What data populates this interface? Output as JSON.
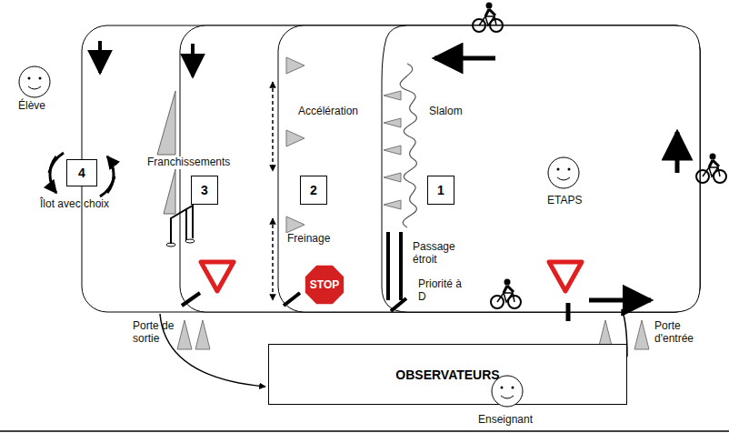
{
  "diagram": {
    "nodes": [
      {
        "text": [
          "4"
        ]
      },
      {
        "text": [
          "3"
        ]
      },
      {
        "text": [
          "2"
        ]
      },
      {
        "text": [
          "1"
        ]
      },
      {
        "text": [
          "OBSERVATEURS"
        ]
      },
      {
        "text": [
          "STOP"
        ]
      }
    ],
    "labels": [
      "Élève",
      "Îlot avec choix",
      "Franchissements",
      "Accélération",
      "Freinage",
      "Slalom",
      "Passage étroit",
      "Priorité à D",
      "ETAPS",
      "Porte de sortie",
      "Porte d'entrée",
      "Enseignant"
    ]
  }
}
